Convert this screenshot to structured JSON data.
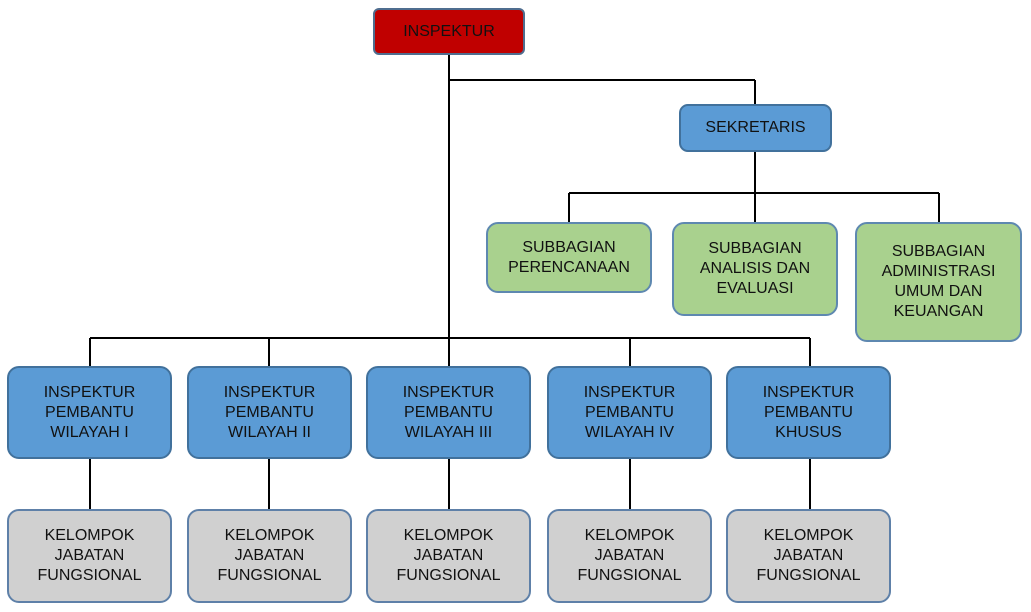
{
  "colors": {
    "top_fill": "#C00000",
    "top_border": "#4F6D8F",
    "blue_fill": "#5B9BD5",
    "blue_border": "#41719C",
    "green_fill": "#A9D18E",
    "green_border": "#5E88B0",
    "gray_fill": "#D0D0D0",
    "gray_border": "#5E80A8",
    "line": "#000000"
  },
  "nodes": {
    "inspektur": "INSPEKTUR",
    "sekretaris": "SEKRETARIS",
    "subbagian_perencanaan": "SUBBAGIAN\nPERENCANAAN",
    "subbagian_analisis": "SUBBAGIAN\nANALISIS DAN\nEVALUASI",
    "subbagian_administrasi": "SUBBAGIAN\nADMINISTRASI\nUMUM DAN\nKEUANGAN",
    "inspektur_pembantu": [
      "INSPEKTUR\nPEMBANTU\nWILAYAH I",
      "INSPEKTUR\nPEMBANTU\nWILAYAH II",
      "INSPEKTUR\nPEMBANTU\nWILAYAH III",
      "INSPEKTUR\nPEMBANTU\nWILAYAH IV",
      "INSPEKTUR\nPEMBANTU\nKHUSUS"
    ],
    "kelompok_jabatan": [
      "KELOMPOK\nJABATAN\nFUNGSIONAL",
      "KELOMPOK\nJABATAN\nFUNGSIONAL",
      "KELOMPOK\nJABATAN\nFUNGSIONAL",
      "KELOMPOK\nJABATAN\nFUNGSIONAL",
      "KELOMPOK\nJABATAN\nFUNGSIONAL"
    ]
  }
}
